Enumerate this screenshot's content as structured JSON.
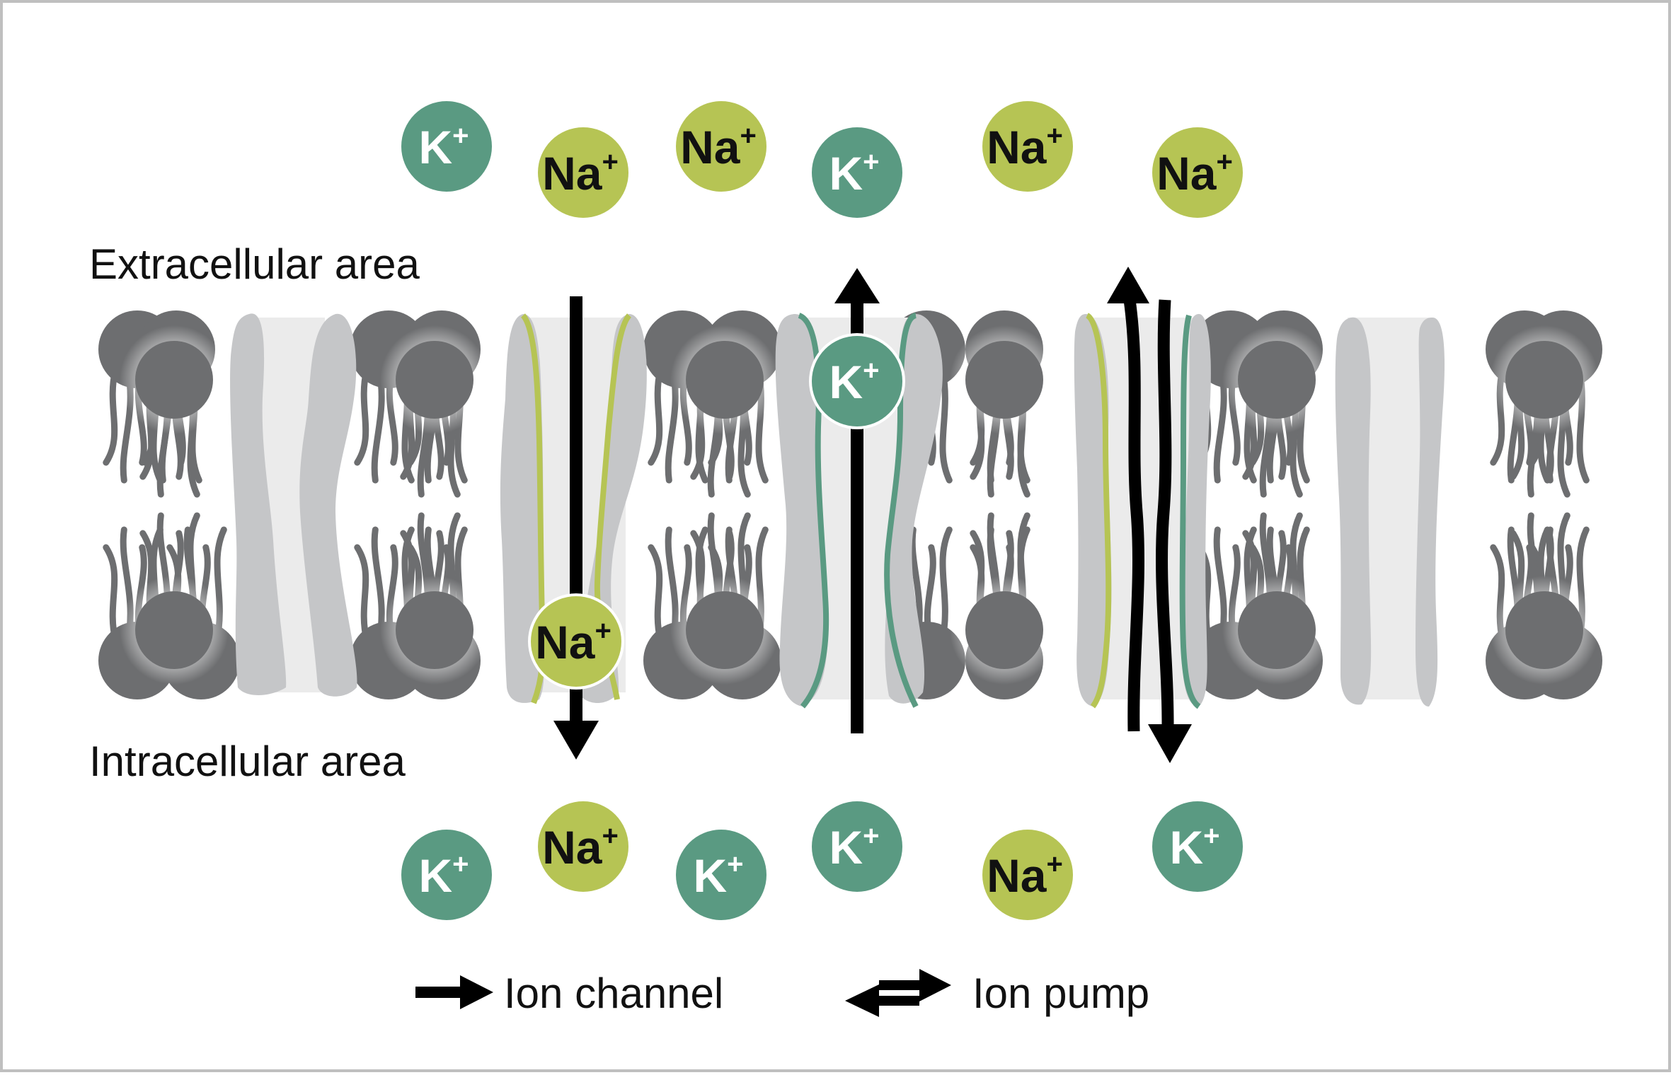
{
  "labels": {
    "extracellular": "Extracellular area",
    "intracellular": "Intracellular area"
  },
  "legend": {
    "channel": "Ion channel",
    "pump": "Ion pump"
  },
  "ions": {
    "potassium": {
      "base": "K",
      "charge": "+"
    },
    "sodium": {
      "base": "Na",
      "charge": "+"
    }
  },
  "colors": {
    "potassium": "#5a9a82",
    "sodium": "#b6c454",
    "lipid_head": "#6d6e70",
    "protein": "#c5c6c8",
    "channel_lumen": "#ebebeb",
    "arrow": "#000000"
  },
  "icons": [
    "channel-arrow-icon",
    "pump-arrows-icon"
  ]
}
